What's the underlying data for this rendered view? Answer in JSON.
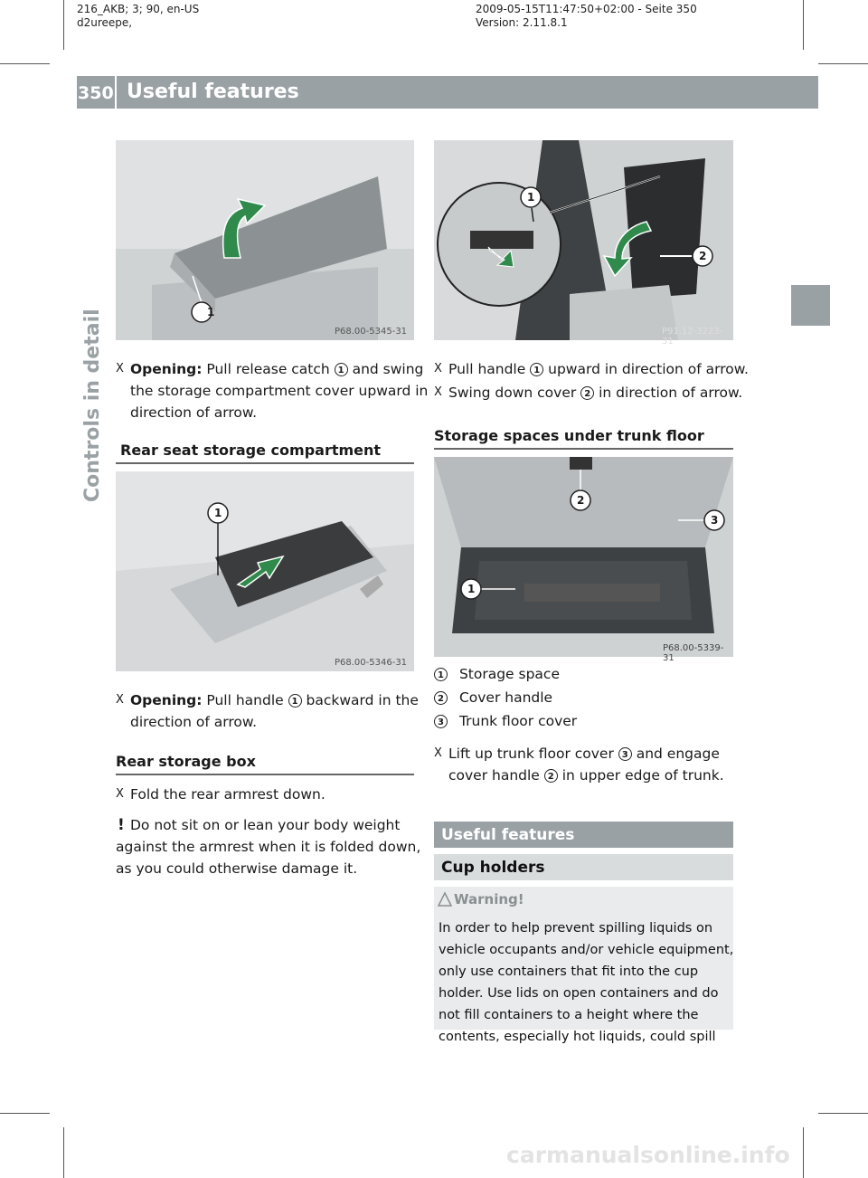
{
  "meta": {
    "left_line1": "216_AKB; 3; 90, en-US",
    "left_line2": "d2ureepe,",
    "right_line1": "2009-05-15T11:47:50+02:00 - Seite 350",
    "right_line2": "Version: 2.11.8.1"
  },
  "header": {
    "page_number": "350",
    "title": "Useful features"
  },
  "side_tab": {
    "text": "Controls in detail"
  },
  "images": {
    "img1_code": "P68.00-5345-31",
    "img2_code": "P68.00-5346-31",
    "img3_code": "P91.12-3223-31",
    "img4_code": "P68.00-5339-31"
  },
  "left": {
    "b1_bold": "Opening:",
    "b1_a": " Pull release catch ",
    "b1_b": " and swing",
    "b1_line2": "the storage compartment cover upward in",
    "b1_line3": "direction of arrow.",
    "h1": "Rear seat storage compartment",
    "b2_bold": "Opening:",
    "b2_a": " Pull handle ",
    "b2_b": " backward in the",
    "b2_line2": "direction of arrow.",
    "h2": "Rear storage box",
    "b3": "Fold the rear armrest down.",
    "note_mark": "!",
    "note_line1": "Do not sit on or lean your body weight",
    "note_line2": "against the armrest when it is folded down,",
    "note_line3": "as you could otherwise damage it."
  },
  "right": {
    "b1_a": "Pull handle ",
    "b1_b": " upward in direction of arrow.",
    "b2_a": "Swing down cover ",
    "b2_b": " in direction of arrow.",
    "h1": "Storage spaces under trunk floor",
    "legend": [
      "Storage space",
      "Cover handle",
      "Trunk floor cover"
    ],
    "b3_a": "Lift up trunk floor cover ",
    "b3_b": " and engage",
    "b3_line2a": "cover handle ",
    "b3_line2b": " in upper edge of trunk.",
    "band1": "Useful features",
    "band2": "Cup holders",
    "warn_title": "Warning!",
    "warn_lines": [
      "In order to help prevent spilling liquids on",
      "vehicle occupants and/or vehicle equipment,",
      "only use containers that fit into the cup",
      "holder. Use lids on open containers and do",
      "not fill containers to a height where the",
      "contents, especially hot liquids, could spill"
    ]
  },
  "markers": {
    "bullet": "X",
    "n1": "1",
    "n2": "2",
    "n3": "3"
  },
  "watermark": "carmanualsonline.info"
}
